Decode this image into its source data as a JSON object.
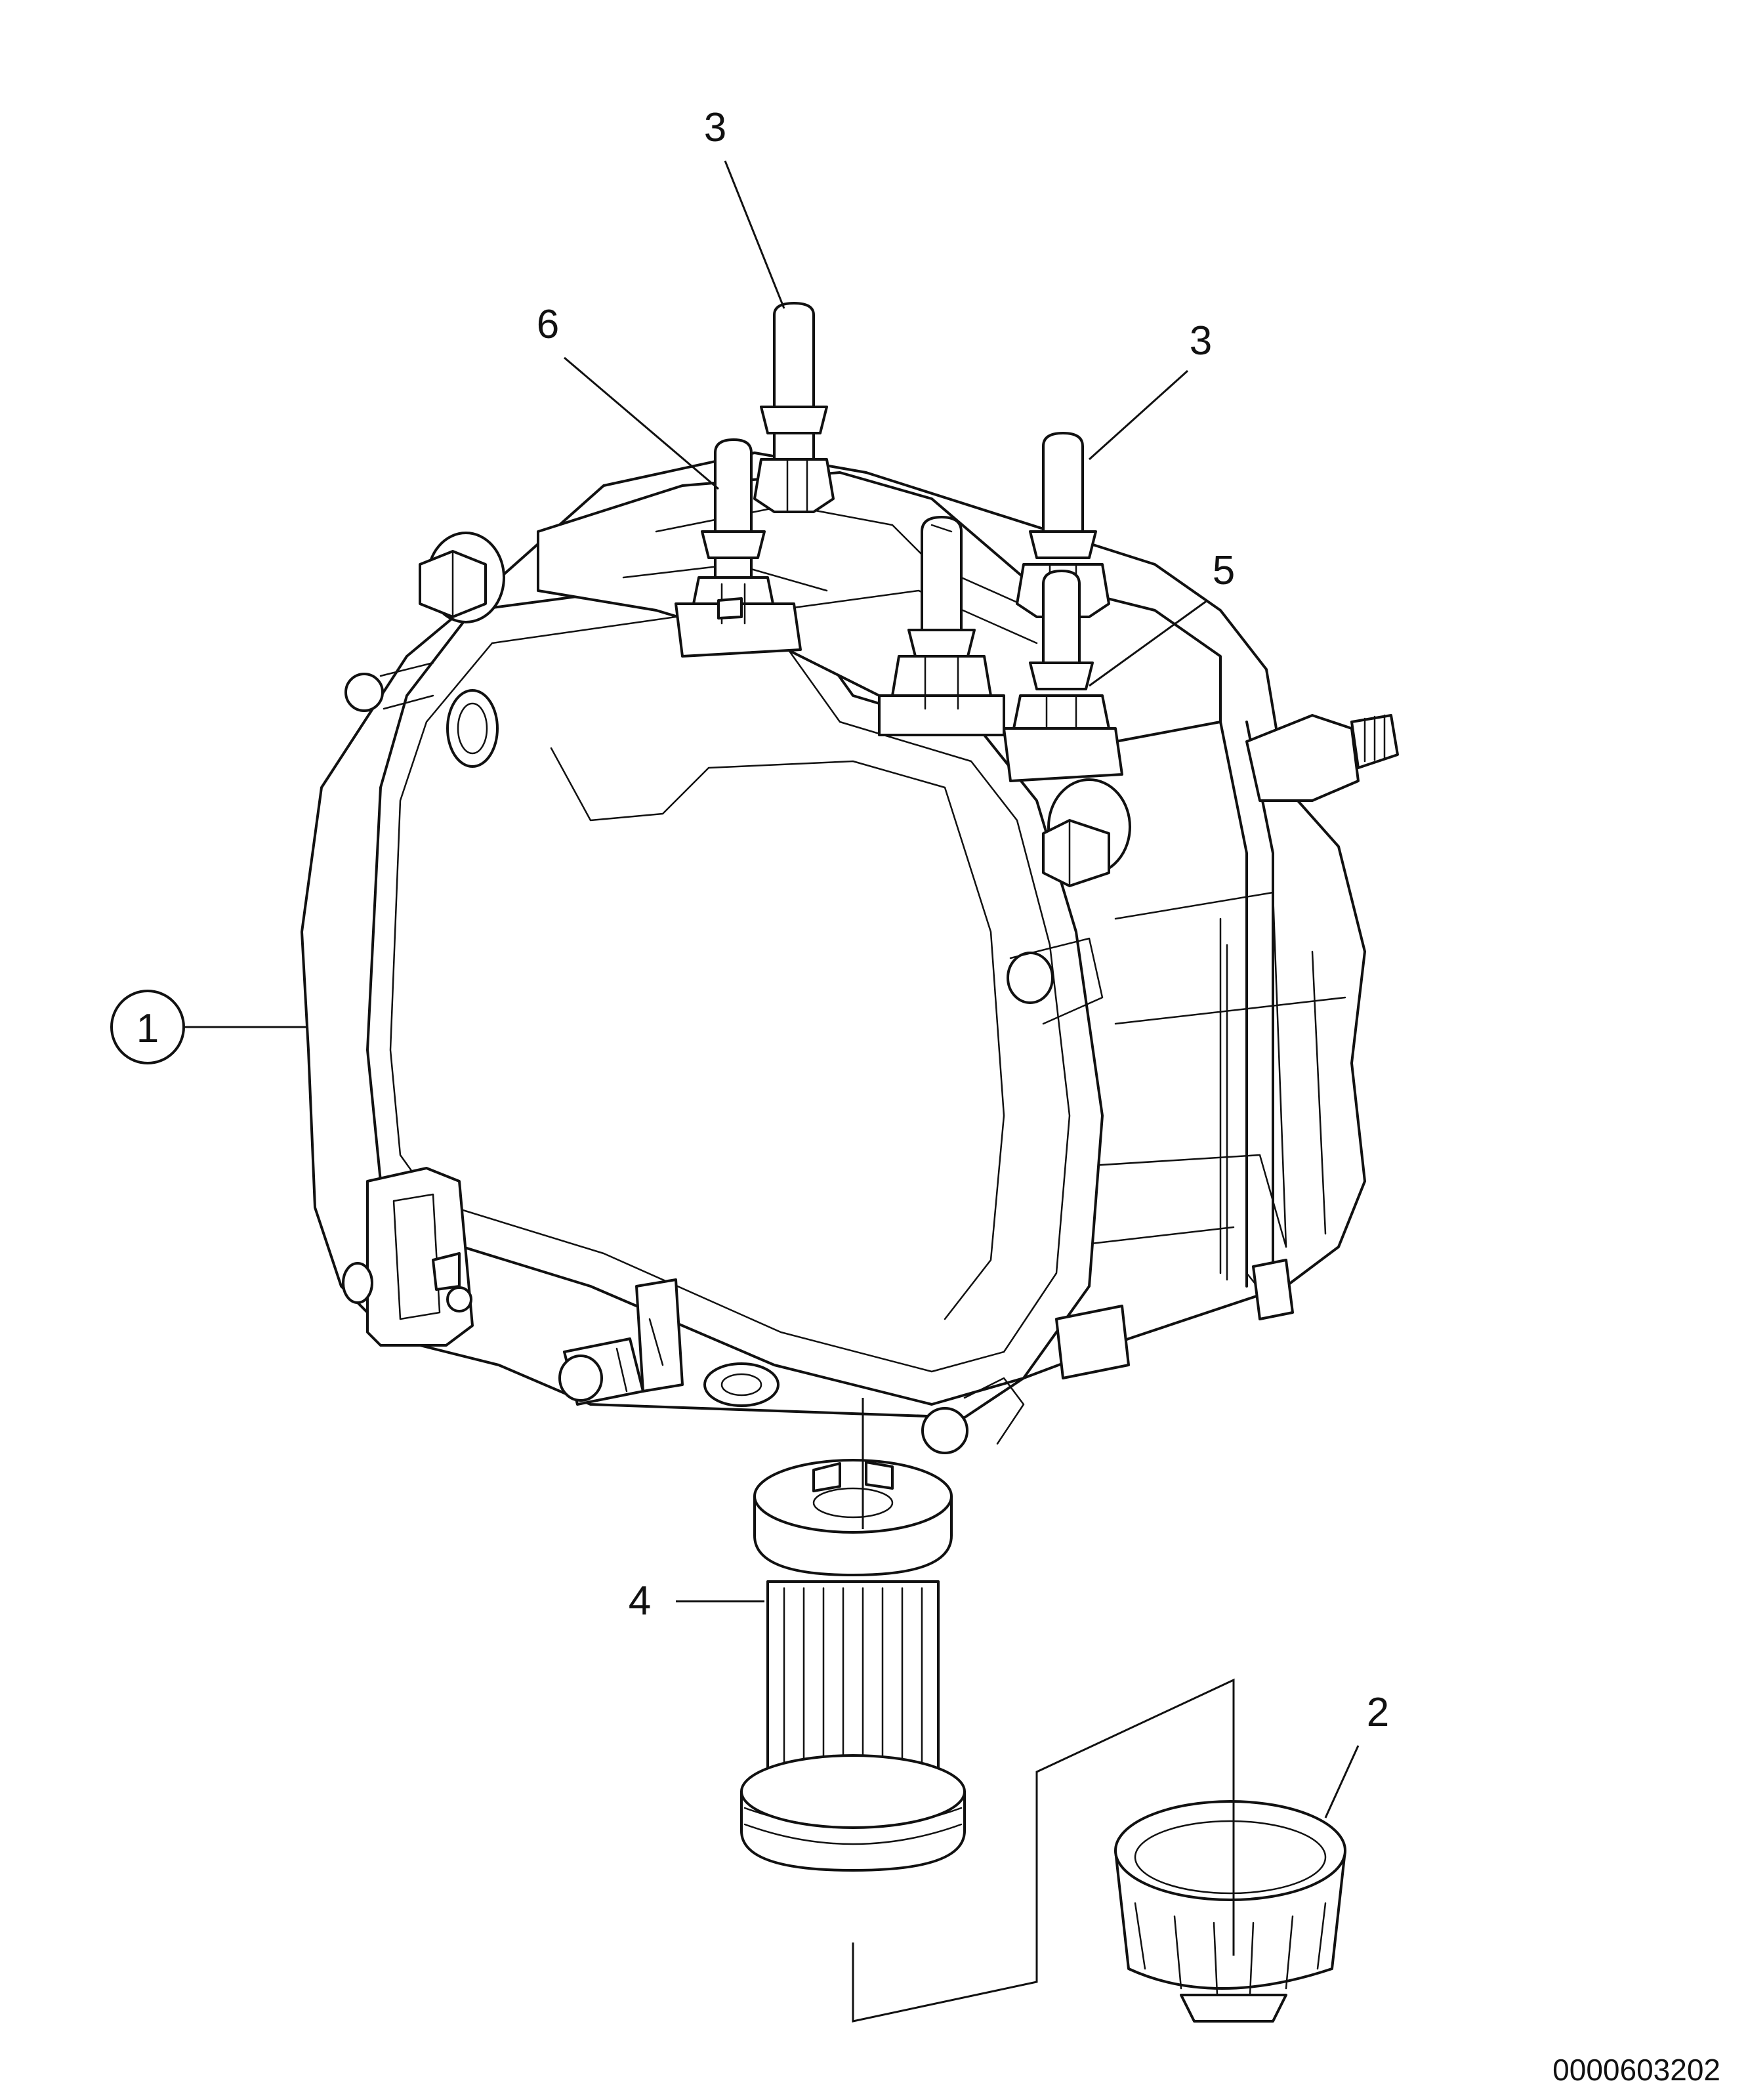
{
  "callouts": [
    {
      "id": "callout-1",
      "label": "1"
    },
    {
      "id": "callout-2",
      "label": "2"
    },
    {
      "id": "callout-3a",
      "label": "3"
    },
    {
      "id": "callout-3b",
      "label": "3"
    },
    {
      "id": "callout-4",
      "label": "4"
    },
    {
      "id": "callout-5",
      "label": "5"
    },
    {
      "id": "callout-6",
      "label": "6"
    }
  ],
  "drawing_number": "0000603202"
}
